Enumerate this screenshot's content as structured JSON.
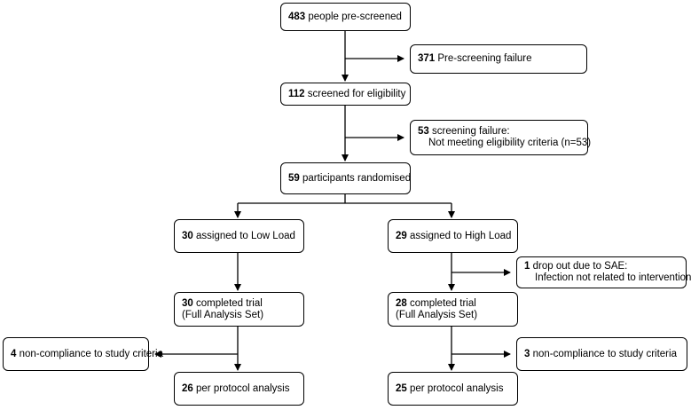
{
  "boxes": {
    "prescreened": {
      "n": "483",
      "text": "people pre-screened"
    },
    "prefail": {
      "n": "371",
      "text": "Pre-screening failure"
    },
    "screened": {
      "n": "112",
      "text": "screened for eligibility"
    },
    "screenfail": {
      "n": "53",
      "text": "screening failure:",
      "line2": "Not meeting eligibility criteria (n=53)"
    },
    "randomised": {
      "n": "59",
      "text": "participants randomised"
    },
    "low": {
      "n": "30",
      "text": "assigned to Low Load"
    },
    "high": {
      "n": "29",
      "text": "assigned to High Load"
    },
    "dropout": {
      "n": "1",
      "text": "drop out due to SAE:",
      "line2": "Infection not related to intervention"
    },
    "low_complete": {
      "n": "30",
      "text": "completed trial",
      "line2": "(Full Analysis Set)"
    },
    "high_complete": {
      "n": "28",
      "text": "completed trial",
      "line2": "(Full Analysis Set)"
    },
    "low_noncomp": {
      "n": "4",
      "text": "non-compliance to study criteria"
    },
    "high_noncomp": {
      "n": "3",
      "text": "non-compliance to study criteria"
    },
    "low_pp": {
      "n": "26",
      "text": "per protocol analysis"
    },
    "high_pp": {
      "n": "25",
      "text": "per protocol analysis"
    }
  }
}
